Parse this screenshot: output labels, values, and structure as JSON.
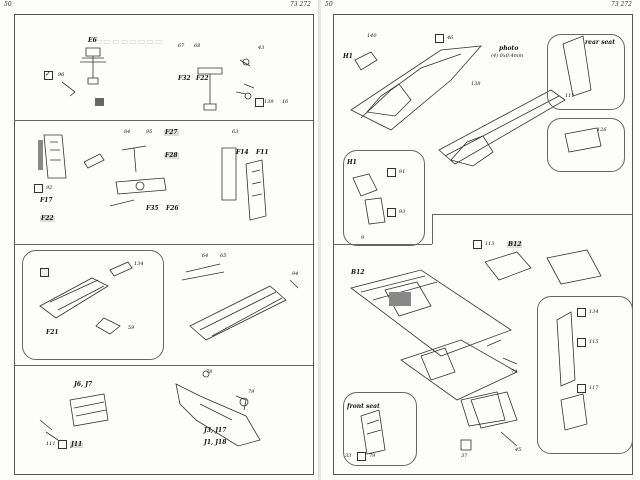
{
  "pages": {
    "left_number": "50",
    "left_code": "73 272",
    "right_number": "50",
    "right_code": "73 272"
  },
  "left": {
    "top_parts": [
      "E6",
      "96",
      "67",
      "68",
      "43",
      "F32",
      "F22",
      "139",
      "16"
    ],
    "mid_parts": [
      "84",
      "95",
      "F27",
      "F28",
      "F35",
      "F26",
      "63",
      "F14",
      "F11",
      "92",
      "F17",
      "F22"
    ],
    "lower_parts": [
      "134",
      "F21",
      "59",
      "64",
      "65",
      "94"
    ],
    "bottom_parts": [
      "J6, J7",
      "111",
      "J11",
      "78",
      "79",
      "J3, J17",
      "J1, J18"
    ]
  },
  "right": {
    "top_parts": [
      "140",
      "H1",
      "46",
      "photo",
      "(4) 0x0.4mm",
      "138",
      "rear seat",
      "111",
      "126"
    ],
    "mid_parts": [
      "H1",
      "91",
      "93",
      "9",
      "113",
      "B12"
    ],
    "lower_parts": [
      "B12",
      "134",
      "115",
      "117",
      "79"
    ],
    "bottom_parts": [
      "front seat",
      "33",
      "79",
      "37",
      "45"
    ]
  }
}
